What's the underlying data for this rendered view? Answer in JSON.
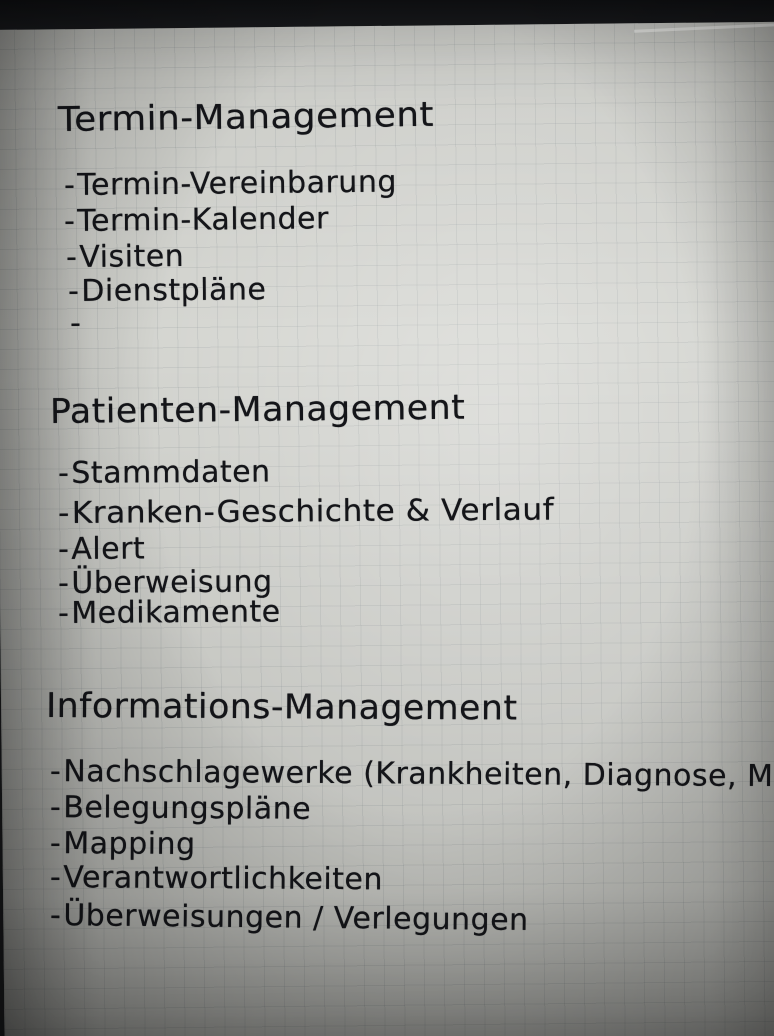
{
  "note": {
    "sections": [
      {
        "heading": "Termin-Management",
        "items": [
          "Termin-Vereinbarung",
          "Termin-Kalender",
          "Visiten",
          "Dienstpläne",
          ""
        ]
      },
      {
        "heading": "Patienten-Management",
        "items": [
          "Stammdaten",
          "Kranken-Geschichte & Verlauf",
          "Alert",
          "Überweisung",
          "Medikamente"
        ]
      },
      {
        "heading": "Informations-Management",
        "items": [
          "Nachschlagewerke (Krankheiten, Diagnose, Medi",
          "Belegungspläne",
          "Mapping",
          "Verantwortlichkeiten",
          "Überweisungen / Verlegungen"
        ]
      }
    ],
    "dash": "-"
  }
}
